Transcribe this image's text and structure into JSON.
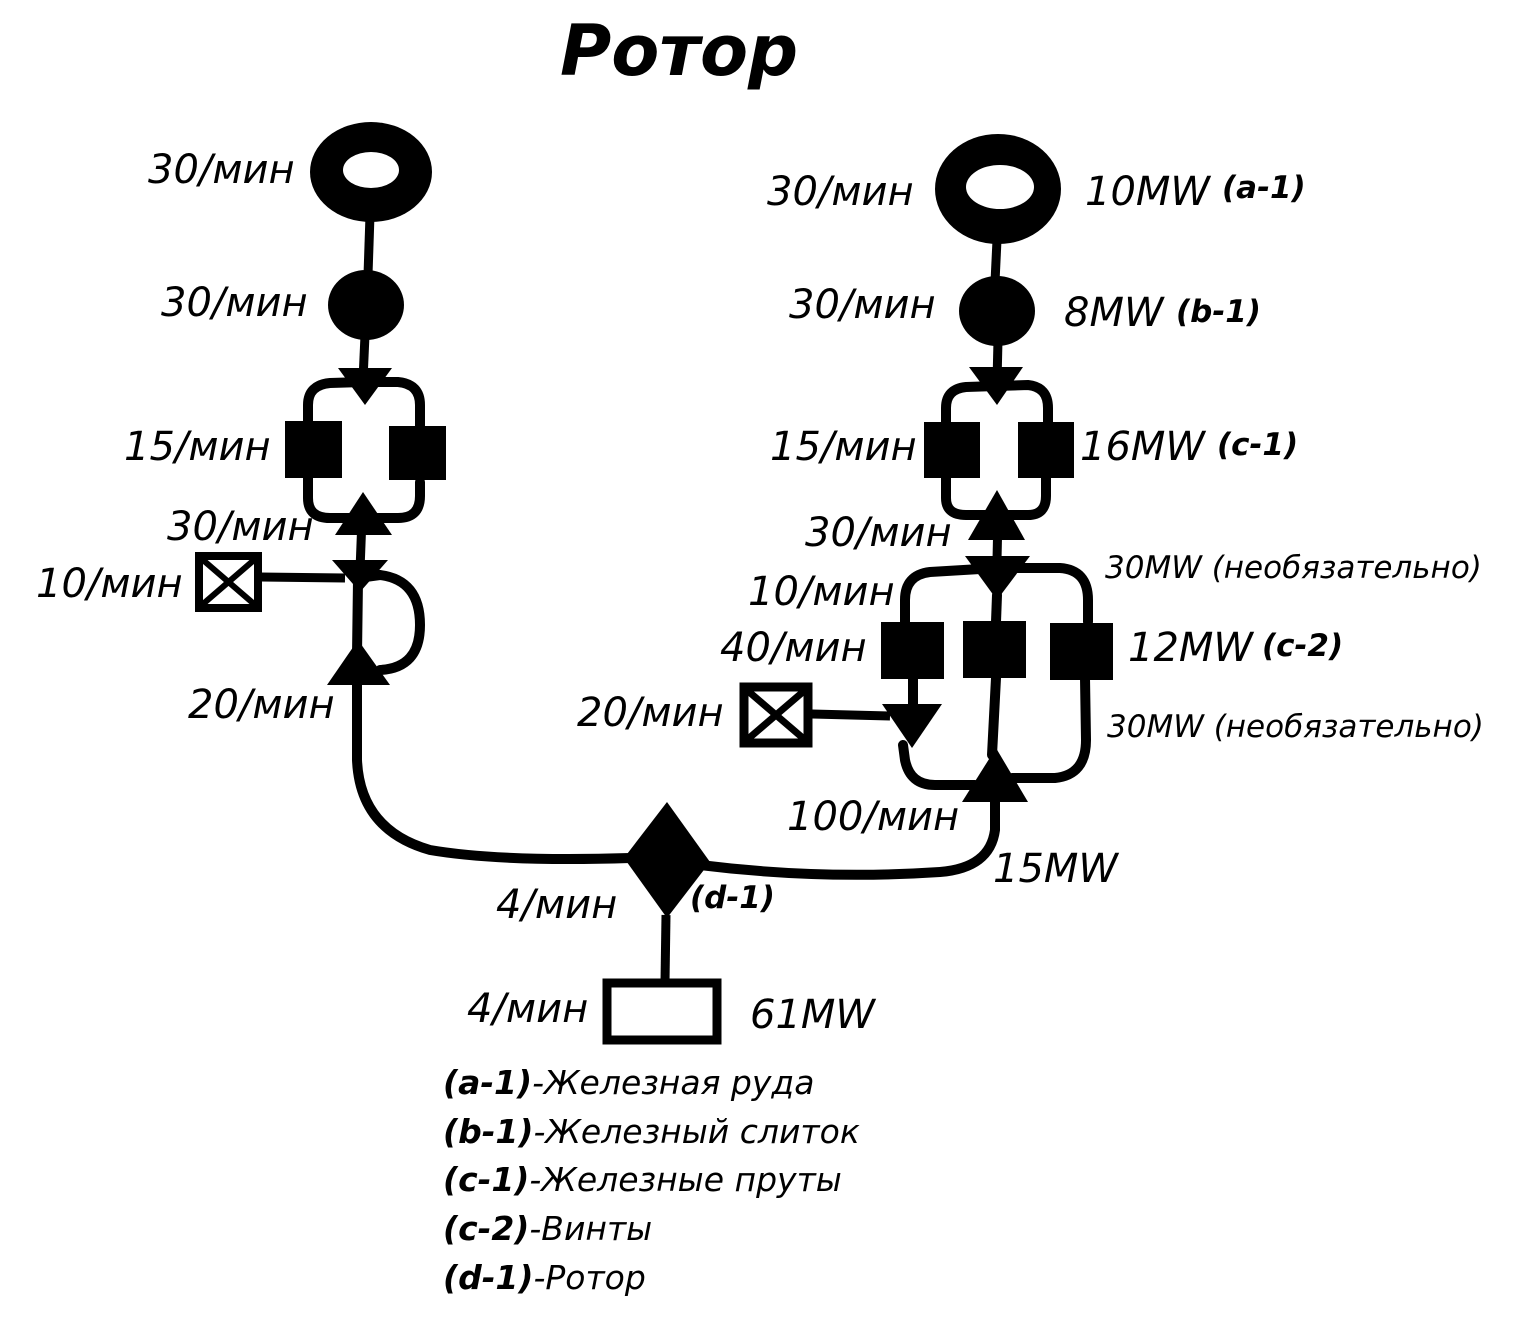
{
  "title": "Ротор",
  "left_chain": {
    "ore_rate": "30/мин",
    "ingot_rate": "30/мин",
    "rod_constructor_rate": "15/мин",
    "rod_output_rate": "30/мин",
    "screw_input_rate": "10/мин",
    "screw_output_rate": "20/мин"
  },
  "right_chain": {
    "ore_rate": "30/мин",
    "ore_power": "10MW",
    "ore_code": "(a-1)",
    "ingot_rate": "30/мин",
    "ingot_power": "8MW",
    "ingot_code": "(b-1)",
    "rod_constructor_rate": "15/мин",
    "rod_power": "16MW",
    "rod_code": "(c-1)",
    "rod_output_rate": "30/мин",
    "screw_input_rate": "10/мин",
    "screw_constructor_rate": "40/мин",
    "screw_power": "12MW",
    "screw_code": "(c-2)",
    "optional_top": "30MW (необязательно)",
    "optional_bottom": "30MW (необязательно)",
    "extra_input_rate": "20/мин",
    "screw_output_rate": "100/мин",
    "merge_power": "15MW"
  },
  "assembler": {
    "rate": "4/мин",
    "code": "(d-1)"
  },
  "output": {
    "rate": "4/мин",
    "power": "61MW"
  },
  "legend": [
    {
      "code": "(a-1)",
      "name": "-Железная руда"
    },
    {
      "code": "(b-1)",
      "name": "-Железный слиток"
    },
    {
      "code": "(c-1)",
      "name": "-Железные пруты"
    },
    {
      "code": "(c-2)",
      "name": "-Винты"
    },
    {
      "code": "(d-1)",
      "name": "-Ротор"
    }
  ]
}
